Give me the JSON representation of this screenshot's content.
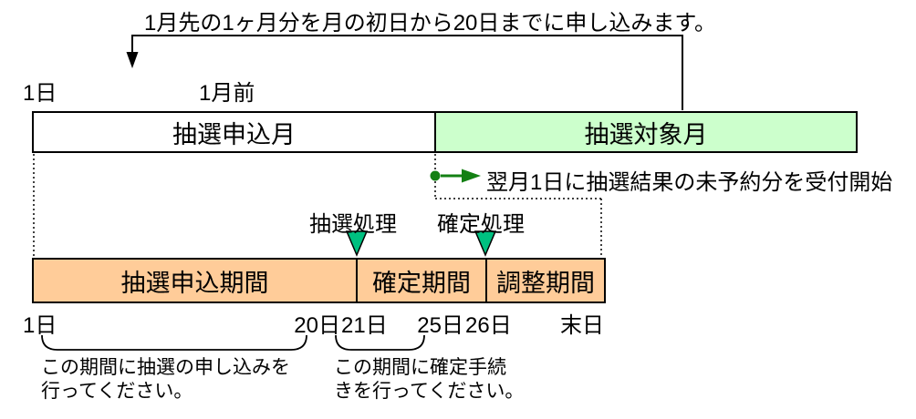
{
  "colors": {
    "target_month_fill": "#ccffcc",
    "period_fill": "#ffcc99",
    "marker_fill": "#00c080",
    "arrow_green": "#138013"
  },
  "top_note": "1月先の1ヶ月分を月の初日から20日までに申し込みます。",
  "timeline": {
    "start_day": "1日",
    "one_month_before": "1月前",
    "application_month": "抽選申込月",
    "target_month": "抽選対象月"
  },
  "result_note": "翌月1日に抽選結果の未予約分を受付開始",
  "markers": {
    "lottery": "抽選処理",
    "confirmation": "確定処理"
  },
  "periods": {
    "application": "抽選申込期間",
    "confirmation": "確定期間",
    "adjustment": "調整期間"
  },
  "day_labels": {
    "d1": "1日",
    "d20": "20日",
    "d21": "21日",
    "d25": "25日",
    "d26": "26日",
    "last": "末日"
  },
  "notes": {
    "application_line1": "この期間に抽選の申し込みを",
    "application_line2": "行ってください。",
    "confirmation_line1": "この期間に確定手続",
    "confirmation_line2": "きを行ってください。"
  }
}
